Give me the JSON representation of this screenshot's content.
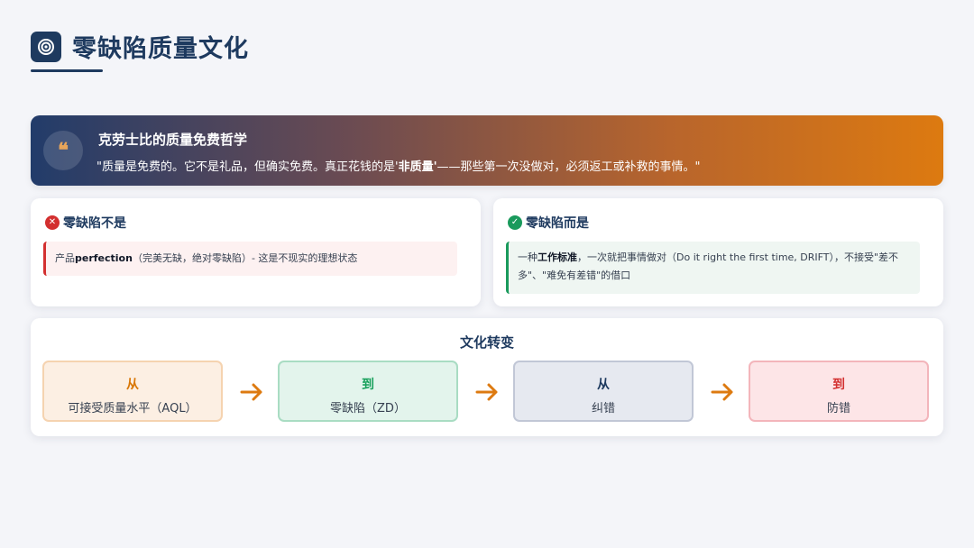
{
  "header": {
    "title": "零缺陷质量文化",
    "icon": "target-icon"
  },
  "quote": {
    "icon": "quote-icon",
    "mark": "❝",
    "title": "克劳士比的质量免费哲学",
    "text_before": "\"质量是免费的。它不是礼品，但确实免费。真正花钱的是'",
    "text_bold": "非质量'",
    "text_after": "——那些第一次没做对，必须返工或补救的事情。\""
  },
  "not_card": {
    "icon": "x-circle-icon",
    "title": "零缺陷不是",
    "prefix": "产品",
    "bold": "perfection",
    "suffix": "（完美无缺，绝对零缺陷）- 这是不现实的理想状态"
  },
  "is_card": {
    "icon": "check-circle-icon",
    "title": "零缺陷而是",
    "prefix": "一种",
    "bold": "工作标准",
    "suffix": "，一次就把事情做对（Do it right the first time, DRIFT），不接受\"差不多\"、\"难免有差错\"的借口"
  },
  "shift": {
    "title": "文化转变",
    "stages": [
      {
        "direction": "从",
        "value": "可接受质量水平（AQL）"
      },
      {
        "direction": "到",
        "value": "零缺陷（ZD）"
      },
      {
        "direction": "从",
        "value": "纠错"
      },
      {
        "direction": "到",
        "value": "防错"
      }
    ],
    "arrow_icon": "arrow-right-icon"
  },
  "colors": {
    "navy": "#1e3a5f",
    "orange": "#dd7a10",
    "red": "#d32f2f",
    "green": "#1a9a5c"
  }
}
